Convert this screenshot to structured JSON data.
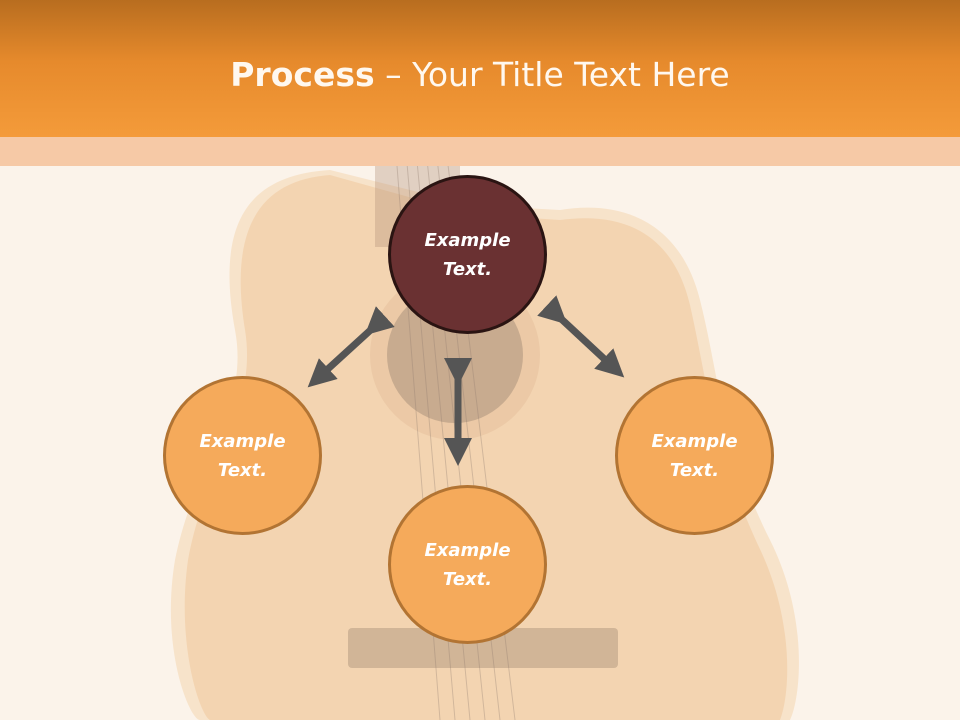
{
  "slide": {
    "title_bold": "Process",
    "title_rest": " – Your Title Text Here"
  },
  "nodes": {
    "top": "Example Text.",
    "left": "Example Text.",
    "right": "Example Text.",
    "bottom": "Example Text."
  },
  "colors": {
    "header_orange": "#f49b3a",
    "header_strip": "#f6c9a6",
    "top_node_fill": "#6a3132",
    "node_fill": "#f5aa5b",
    "arrow": "#555555"
  },
  "background_image": "acoustic guitar"
}
